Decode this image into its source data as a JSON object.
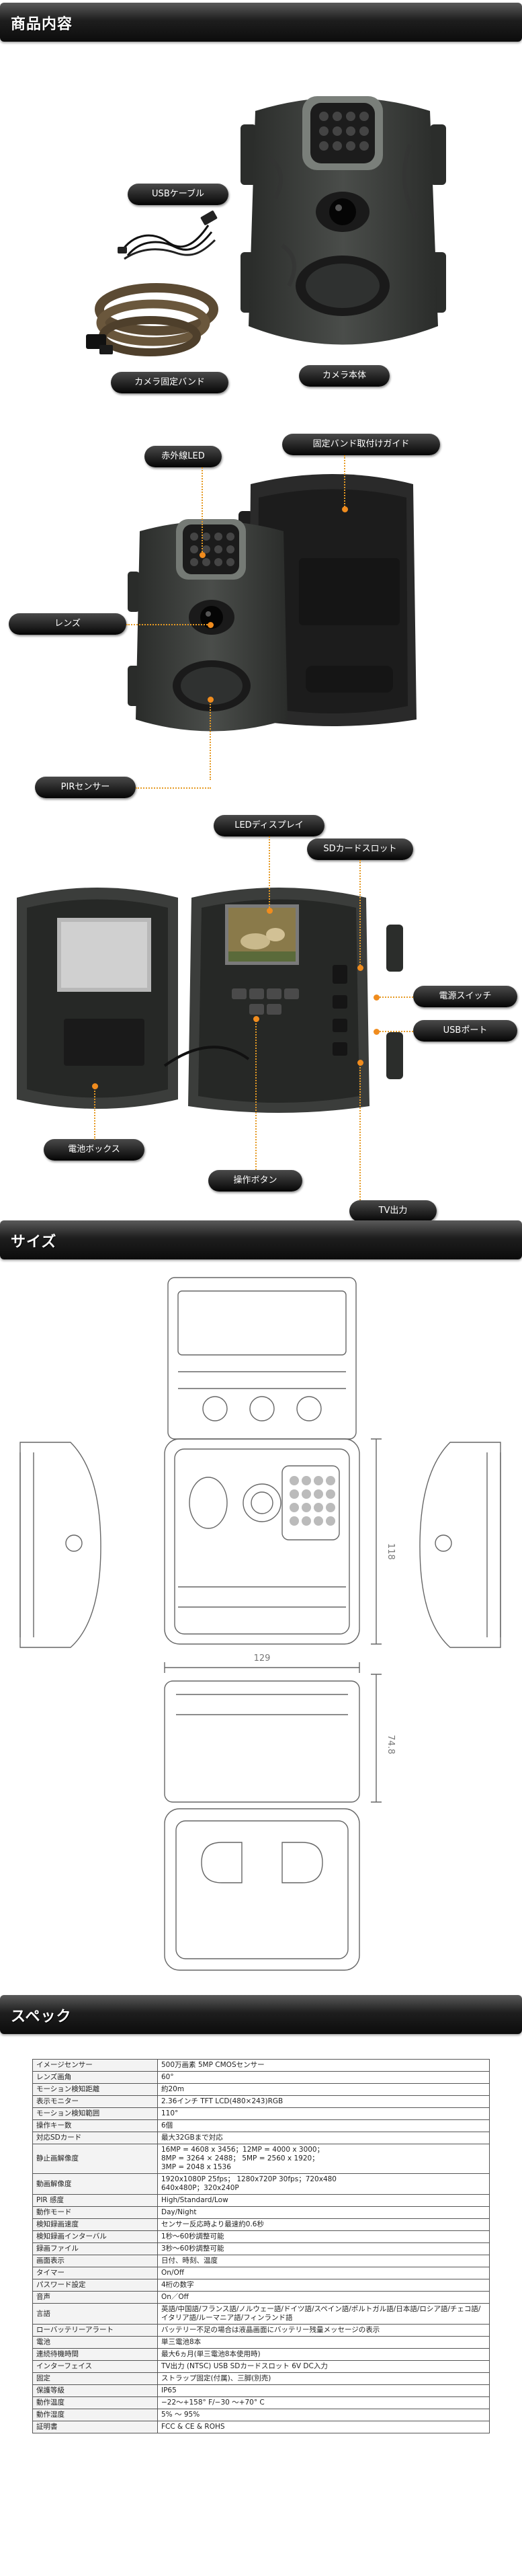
{
  "headers": {
    "contents": "商品内容",
    "size": "サイズ",
    "spec": "スペック"
  },
  "colors": {
    "header_bg": "#111111",
    "label_bg": "#111111",
    "callout": "#f08c1e",
    "camera_body": "#3a3d3a"
  },
  "contents": {
    "usb_cable": "USBケーブル",
    "mount_band": "カメラ固定バンド",
    "camera_body": "カメラ本体"
  },
  "parts_front": {
    "ir_led": "赤外線LED",
    "band_guide": "固定バンド取付けガイド",
    "lens": "レンズ",
    "pir_sensor": "PIRセンサー"
  },
  "parts_inside": {
    "led_display": "LEDディスプレイ",
    "sd_slot": "SDカードスロット",
    "power_switch": "電源スイッチ",
    "usb_port": "USBポート",
    "battery_box": "電池ボックス",
    "op_buttons": "操作ボタン",
    "tv_out": "TV出力"
  },
  "size": {
    "width_mm": "129",
    "height_mm": "118",
    "depth_mm": "74.8"
  },
  "spec_rows": [
    {
      "k": "イメージセンサー",
      "v": "500万画素 5MP CMOSセンサー"
    },
    {
      "k": "レンズ画角",
      "v": "60°"
    },
    {
      "k": "モーション検知距離",
      "v": "約20m"
    },
    {
      "k": "表示モニター",
      "v": "2.36インチ TFT LCD(480×243)RGB"
    },
    {
      "k": "モーション検知範囲",
      "v": "110°"
    },
    {
      "k": "操作キー数",
      "v": "6個"
    },
    {
      "k": "対応SDカード",
      "v": "最大32GBまで対応"
    },
    {
      "k": "静止画解像度",
      "v": "16MP = 4608 x 3456；12MP = 4000 x 3000；\n8MP = 3264 × 2488； 5MP = 2560 x 1920；\n3MP = 2048 x 1536"
    },
    {
      "k": "動画解像度",
      "v": "1920x1080P 25fps； 1280x720P 30fps；720x480\n640x480P；320x240P"
    },
    {
      "k": "PIR 感度",
      "v": "High/Standard/Low"
    },
    {
      "k": "動作モード",
      "v": "Day/Night"
    },
    {
      "k": "検知録画速度",
      "v": "センサー反応時より最速約0.6秒"
    },
    {
      "k": "検知録画インターバル",
      "v": "1秒〜60秒調整可能"
    },
    {
      "k": "録画ファイル",
      "v": "3秒〜60秒調整可能"
    },
    {
      "k": "画面表示",
      "v": "日付、時刻、温度"
    },
    {
      "k": "タイマー",
      "v": "On/Off"
    },
    {
      "k": "パスワード設定",
      "v": "4桁の数字"
    },
    {
      "k": "音声",
      "v": "On／Off"
    },
    {
      "k": "言語",
      "v": "英語/中国語/フランス語/ノルウェー語/ドイツ語/スペイン語/ポルトガル語/日本語/ロシア語/チェコ語/イタリア語/ルーマニア語/フィンランド語"
    },
    {
      "k": "ローバッテリーアラート",
      "v": "バッテリー不足の場合は液晶画面にバッテリー残量メッセージの表示"
    },
    {
      "k": "電池",
      "v": "単三電池8本"
    },
    {
      "k": "連続待機時間",
      "v": "最大6ヵ月(単三電池8本使用時)"
    },
    {
      "k": "インターフェイス",
      "v": "TV出力 (NTSC)  USB  SDカードスロット  6V DC入力"
    },
    {
      "k": "固定",
      "v": "ストラップ固定(付属)、三脚(別売)"
    },
    {
      "k": "保護等級",
      "v": "IP65"
    },
    {
      "k": "動作温度",
      "v": "−22〜+158° F/−30 〜+70° C"
    },
    {
      "k": "動作湿度",
      "v": "5% 〜 95%"
    },
    {
      "k": "証明書",
      "v": "FCC & CE & ROHS"
    }
  ]
}
